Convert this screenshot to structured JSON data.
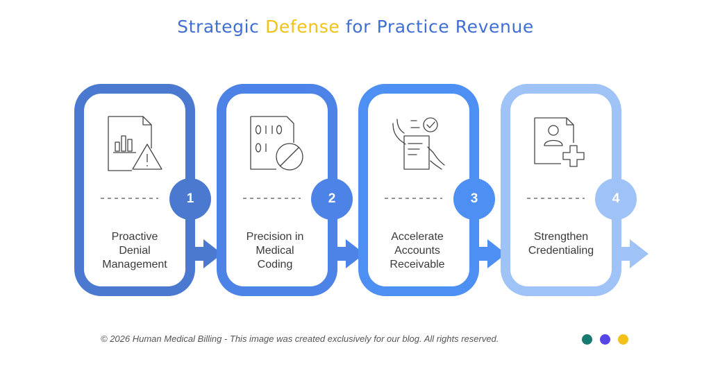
{
  "title": {
    "part1": "Strategic ",
    "accent": "Defense",
    "part2": " for Practice Revenue"
  },
  "colors": {
    "title": "#3f6fd3",
    "accent": "#f2c21b",
    "step1": "#4a79cf",
    "step2": "#4d83e6",
    "step3": "#4e8ff3",
    "step4": "#9fc2f7"
  },
  "steps": [
    {
      "number": "1",
      "line1": "Proactive",
      "line2": "Denial",
      "line3": "Management",
      "icon": "report-chart-warning-icon"
    },
    {
      "number": "2",
      "line1": "Precision in",
      "line2": "Medical",
      "line3": "Coding",
      "icon": "binary-code-block-icon"
    },
    {
      "number": "3",
      "line1": "Accelerate",
      "line2": "Accounts",
      "line3": "Receivable",
      "icon": "hands-document-check-icon"
    },
    {
      "number": "4",
      "line1": "Strengthen",
      "line2": "Credentialing",
      "line3": "",
      "icon": "profile-document-plus-icon"
    }
  ],
  "footer": {
    "text": "© 2026 Human Medical Billing - This image was created exclusively for our blog. All rights reserved."
  },
  "dots": [
    "#167a6e",
    "#5646e6",
    "#f2c21b"
  ]
}
